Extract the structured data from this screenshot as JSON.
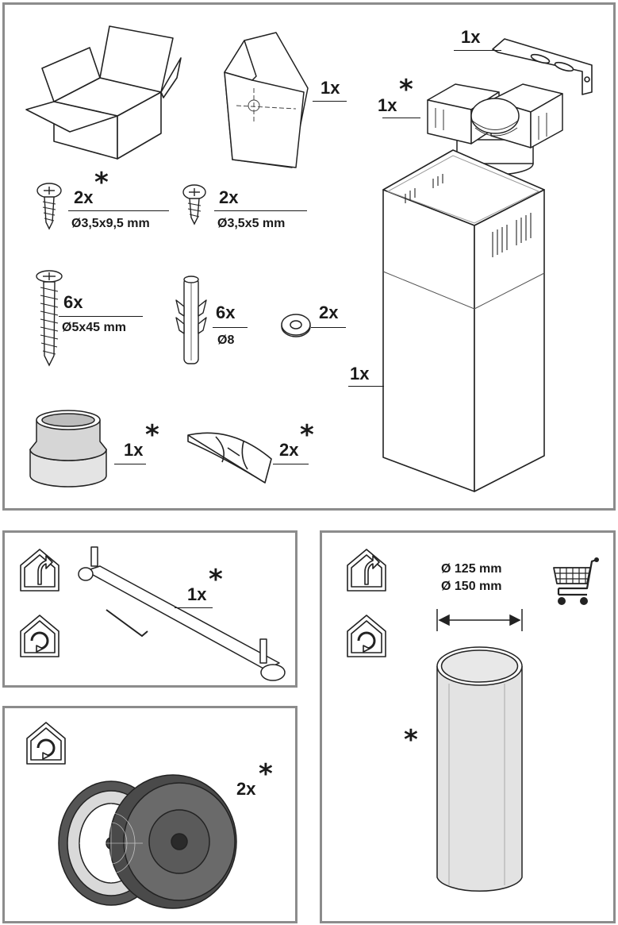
{
  "top": {
    "box_qty": "",
    "manual_qty": "1x",
    "bracket_qty": "1x",
    "motor_qty": "1x",
    "screw_a": {
      "qty": "2x",
      "spec": "Ø3,5x9,5 mm"
    },
    "screw_b": {
      "qty": "2x",
      "spec": "Ø3,5x5 mm"
    },
    "screw_c": {
      "qty": "6x",
      "spec": "Ø5x45 mm"
    },
    "plug": {
      "qty": "6x",
      "spec": "Ø8"
    },
    "washer": {
      "qty": "2x"
    },
    "chimney_qty": "1x",
    "reducer_qty": "1x",
    "flap_qty": "2x"
  },
  "recirc": {
    "deflector_qty": "1x"
  },
  "filters": {
    "qty": "2x"
  },
  "pipe": {
    "dia_a": "Ø 125 mm",
    "dia_b": "Ø 150 mm"
  },
  "optional_marker": "*",
  "icons": [
    "exhaust-house-icon",
    "recirculation-house-icon",
    "shopping-cart-icon"
  ]
}
